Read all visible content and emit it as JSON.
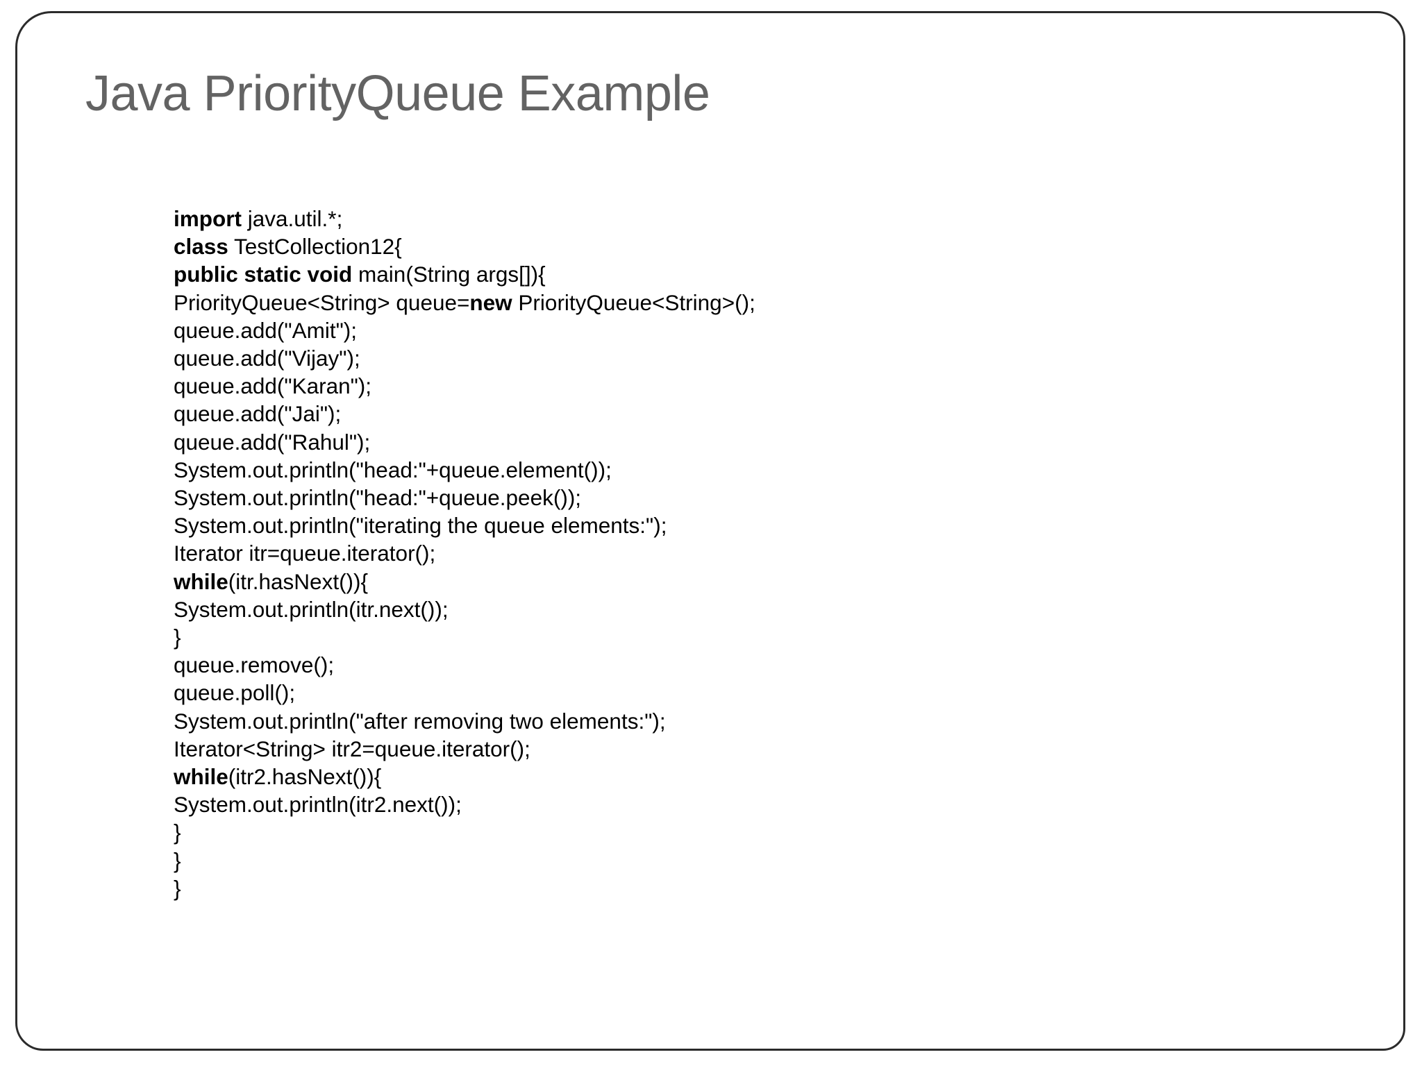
{
  "slide": {
    "title": "Java PriorityQueue Example",
    "title_color": "#636363",
    "border_color": "#2b2b2b",
    "background_color": "#ffffff",
    "code_color": "#000000"
  },
  "code": {
    "language": "java",
    "lines": [
      [
        {
          "t": "import",
          "b": true
        },
        {
          "t": " java.util.*;",
          "b": false
        }
      ],
      [
        {
          "t": "class",
          "b": true
        },
        {
          "t": " TestCollection12{",
          "b": false
        }
      ],
      [
        {
          "t": "public static void",
          "b": true
        },
        {
          "t": " main(String args[]){",
          "b": false
        }
      ],
      [
        {
          "t": "PriorityQueue<String> queue=",
          "b": false
        },
        {
          "t": "new",
          "b": true
        },
        {
          "t": " PriorityQueue<String>();",
          "b": false
        }
      ],
      [
        {
          "t": "queue.add(\"Amit\");",
          "b": false
        }
      ],
      [
        {
          "t": "queue.add(\"Vijay\");",
          "b": false
        }
      ],
      [
        {
          "t": "queue.add(\"Karan\");",
          "b": false
        }
      ],
      [
        {
          "t": "queue.add(\"Jai\");",
          "b": false
        }
      ],
      [
        {
          "t": "queue.add(\"Rahul\");",
          "b": false
        }
      ],
      [
        {
          "t": "System.out.println(\"head:\"+queue.element());",
          "b": false
        }
      ],
      [
        {
          "t": "System.out.println(\"head:\"+queue.peek());",
          "b": false
        }
      ],
      [
        {
          "t": "System.out.println(\"iterating the queue elements:\");",
          "b": false
        }
      ],
      [
        {
          "t": "Iterator itr=queue.iterator();",
          "b": false
        }
      ],
      [
        {
          "t": "while",
          "b": true
        },
        {
          "t": "(itr.hasNext()){",
          "b": false
        }
      ],
      [
        {
          "t": "System.out.println(itr.next());",
          "b": false
        }
      ],
      [
        {
          "t": "}",
          "b": false
        }
      ],
      [
        {
          "t": "queue.remove();",
          "b": false
        }
      ],
      [
        {
          "t": "queue.poll();",
          "b": false
        }
      ],
      [
        {
          "t": "System.out.println(\"after removing two elements:\");",
          "b": false
        }
      ],
      [
        {
          "t": "Iterator<String> itr2=queue.iterator();",
          "b": false
        }
      ],
      [
        {
          "t": "while",
          "b": true
        },
        {
          "t": "(itr2.hasNext()){",
          "b": false
        }
      ],
      [
        {
          "t": "System.out.println(itr2.next());",
          "b": false
        }
      ],
      [
        {
          "t": "}",
          "b": false
        }
      ],
      [
        {
          "t": "}",
          "b": false
        }
      ],
      [
        {
          "t": "}",
          "b": false
        }
      ]
    ]
  }
}
